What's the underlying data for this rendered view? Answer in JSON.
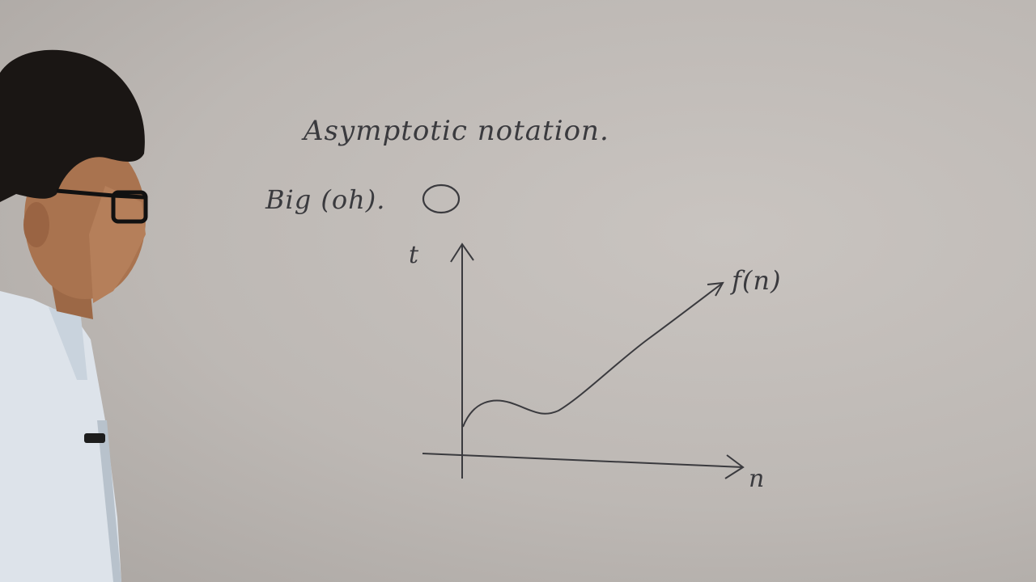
{
  "board": {
    "title": "Asymptotic notation.",
    "subtitle": "Big (oh)."
  },
  "graph": {
    "y_axis_label": "t",
    "x_axis_label": "n",
    "curve_label": "f(n)"
  },
  "icons": {
    "big_o_symbol": "circle-O",
    "presenter": "person-silhouette"
  },
  "colors": {
    "ink": "#3a3a3e",
    "board": "#c2bdb9",
    "shirt": "#dde3ea",
    "hair": "#1a1614",
    "skin": "#a9734f"
  }
}
